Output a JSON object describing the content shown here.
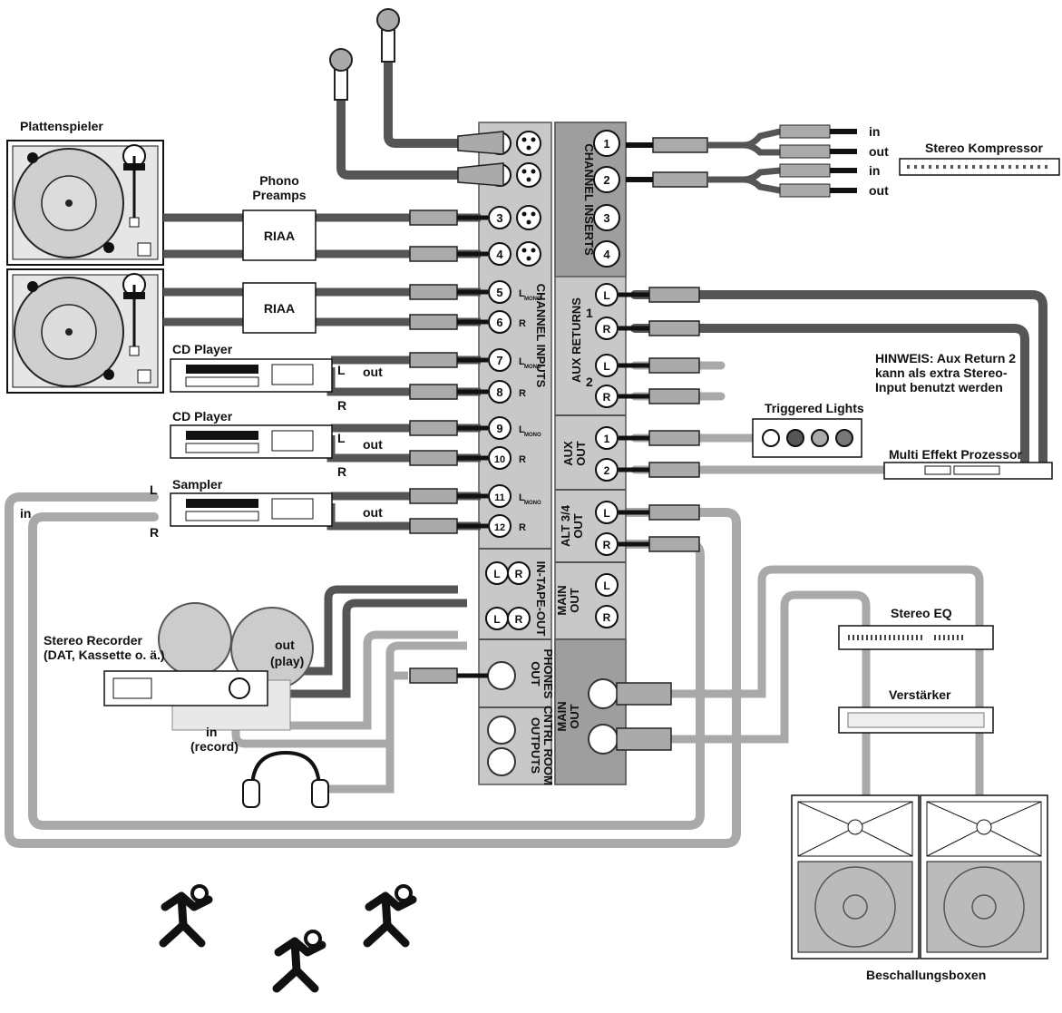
{
  "devices": {
    "turntables_title": "Plattenspieler",
    "phono_preamps": "Phono\nPreamps",
    "riaa_1": "RIAA",
    "riaa_2": "RIAA",
    "cd_player_1": "CD Player",
    "cd_player_2": "CD Player",
    "sampler": "Sampler",
    "stereo_recorder": "Stereo Recorder\n(DAT, Kassette o. ä.)",
    "stereo_kompressor": "Stereo Kompressor",
    "triggered_lights": "Triggered Lights",
    "multi_effekt": "Multi Effekt Prozessor",
    "stereo_eq": "Stereo EQ",
    "verstaerker": "Verstärker",
    "beschallungsboxen": "Beschallungsboxen"
  },
  "notes": {
    "hinweis": "HINWEIS: Aux Return 2\nkann als extra Stereo-\nInput benutzt werden"
  },
  "panel": {
    "channel_inputs": "CHANNEL INPUTS",
    "channel_inserts": "CHANNEL INSERTS",
    "aux_returns": "AUX RETURNS",
    "aux_out": "AUX\nOUT",
    "alt_out": "ALT 3/4\nOUT",
    "in_tape_out": "IN-TAPE-OUT",
    "main_out_small": "MAIN\nOUT",
    "phones_out": "PHONES\nOUT",
    "ctrl_room": "CNTRL ROOM\nOUTPUTS",
    "main_out_big": "MAIN\nOUT",
    "mono": "MONO",
    "aux_ret_1": "1",
    "aux_ret_2": "2"
  },
  "inputs": [
    {
      "num": "1"
    },
    {
      "num": "2"
    },
    {
      "num": "3"
    },
    {
      "num": "4"
    },
    {
      "num": "5",
      "side": "L"
    },
    {
      "num": "6",
      "side": "R"
    },
    {
      "num": "7",
      "side": "L"
    },
    {
      "num": "8",
      "side": "R"
    },
    {
      "num": "9",
      "side": "L"
    },
    {
      "num": "10",
      "side": "R"
    },
    {
      "num": "11",
      "side": "L"
    },
    {
      "num": "12",
      "side": "R"
    }
  ],
  "inserts": [
    "1",
    "2",
    "3",
    "4"
  ],
  "jacks": {
    "aux_ret": [
      "L",
      "R",
      "L",
      "R"
    ],
    "aux_out": [
      "1",
      "2"
    ],
    "alt": [
      "L",
      "R"
    ],
    "tape": [
      "L",
      "R",
      "L",
      "R"
    ],
    "main_small": [
      "L",
      "R"
    ]
  },
  "cable_labels": {
    "comp_in_1": "in",
    "comp_out_1": "out",
    "comp_in_2": "in",
    "comp_out_2": "out",
    "cd1_l": "L",
    "cd1_out": "out",
    "cd1_r": "R",
    "cd2_l": "L",
    "cd2_out": "out",
    "cd2_r": "R",
    "sampler_l": "L",
    "sampler_out": "out",
    "sampler_r": "R",
    "sampler_in": "in",
    "rec_out": "out\n(play)",
    "rec_in": "in\n(record)"
  }
}
